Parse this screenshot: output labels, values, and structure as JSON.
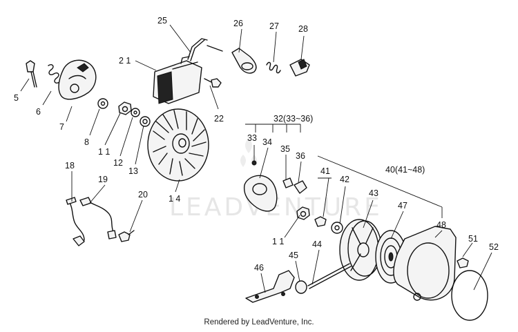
{
  "watermark": "LEADVENTURE",
  "credit": "Rendered by LeadVenture, Inc.",
  "parts": {
    "p5": "5",
    "p6": "6",
    "p7": "7",
    "p8": "8",
    "p11a": "1 1",
    "p12": "12",
    "p13": "13",
    "p14": "1 4",
    "p18": "18",
    "p19": "19",
    "p20": "20",
    "p21": "2 1",
    "p22": "22",
    "p25": "25",
    "p26": "26",
    "p27": "27",
    "p28": "28",
    "p32": "32(33~36)",
    "p33": "33",
    "p34": "34",
    "p35": "35",
    "p36": "36",
    "p11b": "1 1",
    "p40": "40(41~48)",
    "p41": "41",
    "p42": "42",
    "p43": "43",
    "p44": "44",
    "p45": "45",
    "p46": "46",
    "p47": "47",
    "p48": "48",
    "p51": "51",
    "p52": "52"
  }
}
